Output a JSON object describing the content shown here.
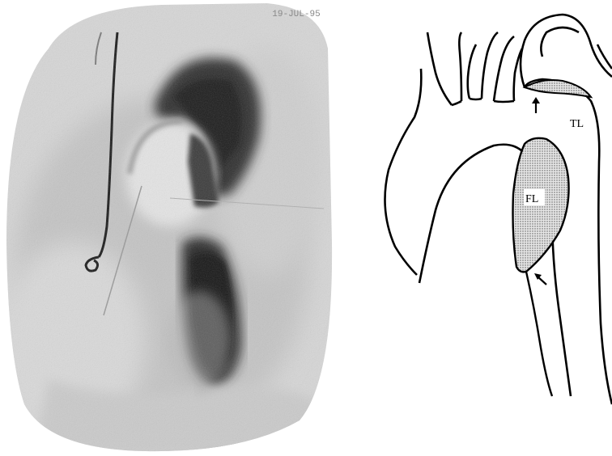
{
  "angiogram": {
    "date_stamp": "19-JUL-95"
  },
  "diagram": {
    "labels": {
      "true_lumen": "TL",
      "false_lumen": "FL"
    }
  }
}
